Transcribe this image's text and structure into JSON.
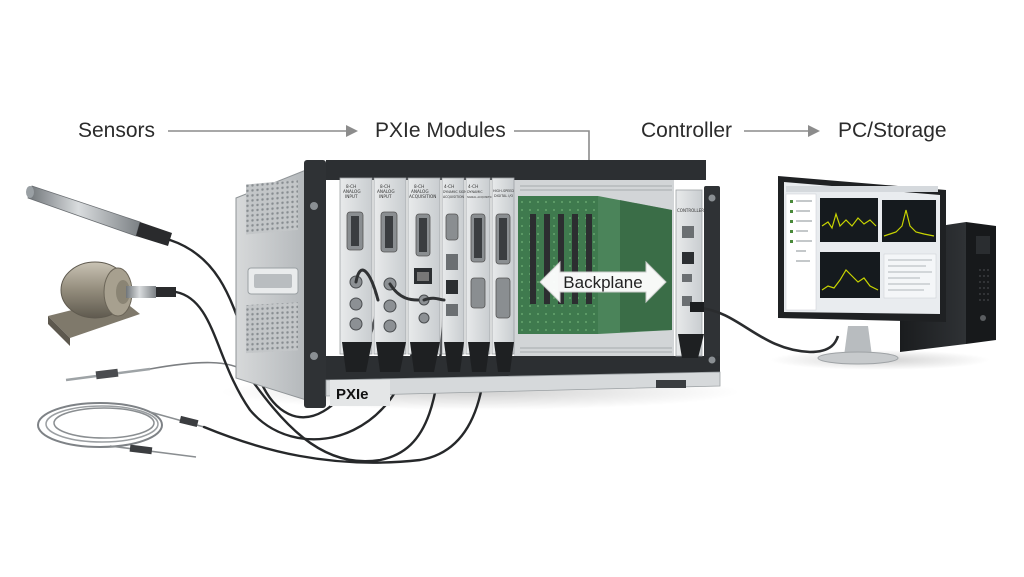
{
  "flow": {
    "sensors": "Sensors",
    "modules": "PXIe Modules",
    "controller": "Controller",
    "pc_storage": "PC/Storage"
  },
  "backplane_label": "Backplane",
  "chassis_brand": "PXIe",
  "module_labels": [
    {
      "line1": "8-CH",
      "line2": "ANALOG",
      "line3": "INPUT"
    },
    {
      "line1": "8-CH",
      "line2": "ANALOG",
      "line3": "INPUT"
    },
    {
      "line1": "8-CH",
      "line2": "ANALOG",
      "line3": "ACQUISITION"
    },
    {
      "line1": "4-CH",
      "line2": "DYNAMIC SIGNAL",
      "line3": "ACQUISITION"
    },
    {
      "line1": "4-CH",
      "line2": "DYNAMIC",
      "line3": "SIGNAL ACQUISITION"
    },
    {
      "line1": "HIGH-SPEED",
      "line2": "DIGITAL I/O",
      "line3": ""
    }
  ],
  "controller_label": "CONTROLLER",
  "colors": {
    "arrow": "#8c8c8c",
    "chassis": "#cfd2d4",
    "chassis_dark": "#3a3d40",
    "backplane_pcb": "#3f7a4e",
    "monitor_bezel": "#1f2123",
    "spectrum": "#c8d400",
    "screen_bg": "#151a1e"
  },
  "icons": [
    "arrow-right-icon",
    "double-arrow-icon"
  ]
}
